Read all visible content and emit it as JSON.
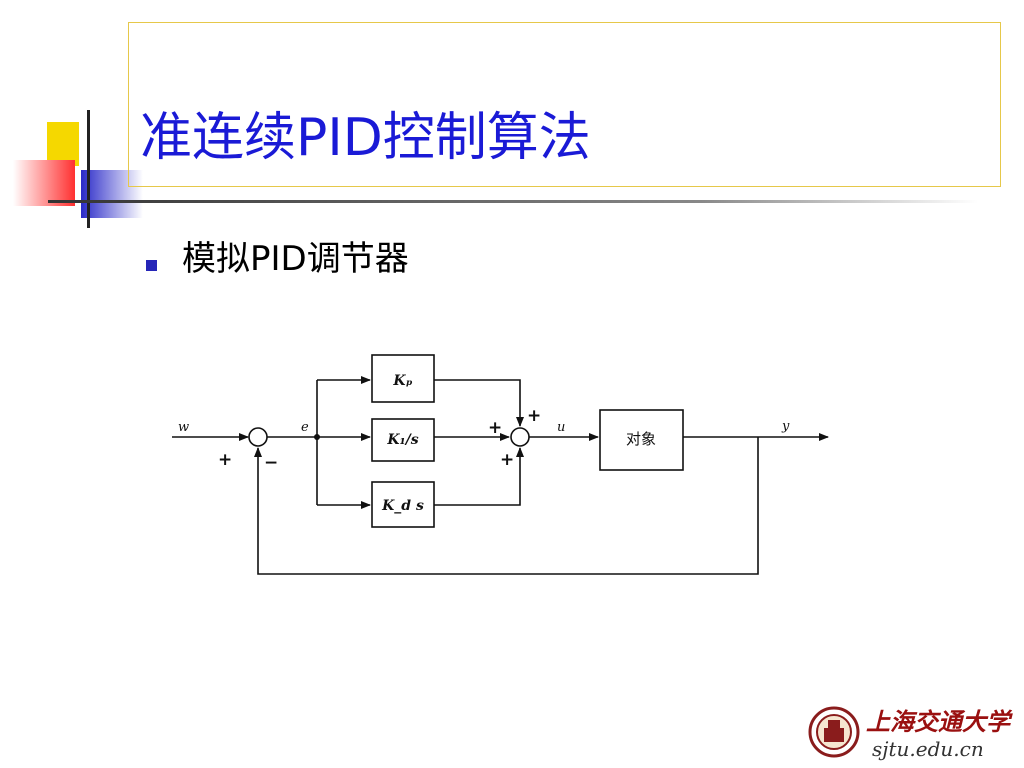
{
  "slide": {
    "title": "准连续PID控制算法",
    "bullet": "模拟PID调节器"
  },
  "diagram": {
    "input_label": "w",
    "error_label": "e",
    "control_label": "u",
    "output_label": "y",
    "block_p": "Kₚ",
    "block_i": "K₁/s",
    "block_d": "K_d s",
    "plant_label": "对象",
    "sum1_plus": "+",
    "sum1_minus": "−",
    "sum2_plus_top": "+",
    "sum2_plus_left": "+",
    "sum2_plus_bottom": "+"
  },
  "logo": {
    "cn_name": "上海交通大学",
    "url": "sjtu.edu.cn"
  },
  "colors": {
    "title": "#1a1ad6",
    "bullet": "#2626b8",
    "deco_yellow": "#f5d800",
    "deco_blue": "#3030c8",
    "deco_red": "#ff3a3a"
  }
}
